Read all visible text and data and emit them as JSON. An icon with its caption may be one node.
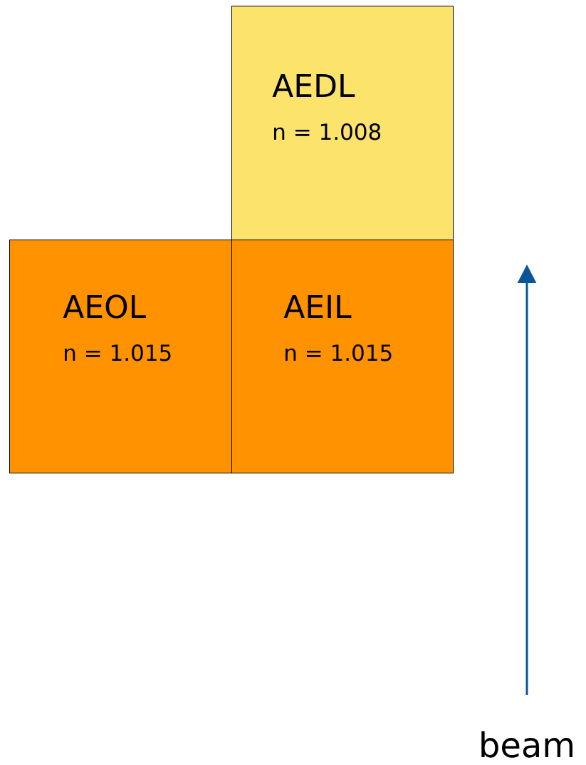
{
  "diagram": {
    "nodes": [
      {
        "text": [
          "AEDL",
          "n = 1.008"
        ]
      },
      {
        "text": [
          "AEOL",
          "n = 1.015"
        ]
      },
      {
        "text": [
          "AEIL",
          "n = 1.015"
        ]
      }
    ],
    "labels": [
      "beam"
    ]
  }
}
